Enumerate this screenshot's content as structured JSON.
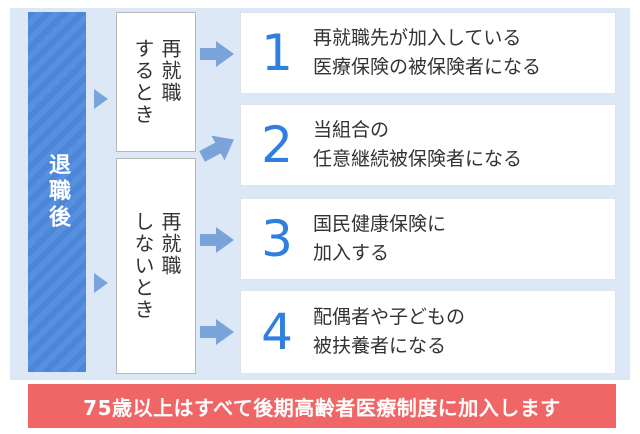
{
  "retirement_label": "退職後",
  "branches": [
    {
      "label": "再就職\nするとき"
    },
    {
      "label": "再就職\nしないとき"
    }
  ],
  "options": [
    {
      "number": "1",
      "text": "再就職先が加入している\n医療保険の被保険者になる"
    },
    {
      "number": "2",
      "text": "当組合の\n任意継続被保険者になる"
    },
    {
      "number": "3",
      "text": "国民健康保険に\n加入する"
    },
    {
      "number": "4",
      "text": "配偶者や子どもの\n被扶養者になる"
    }
  ],
  "footer_note": "75歳以上はすべて後期高齢者医療制度に加入します",
  "colors": {
    "accent_blue": "#4d86d8",
    "number_blue": "#2f7fe0",
    "arrow_blue": "#7aa3da",
    "footer_red": "#f06565",
    "panel_bg": "#dde8f7"
  }
}
